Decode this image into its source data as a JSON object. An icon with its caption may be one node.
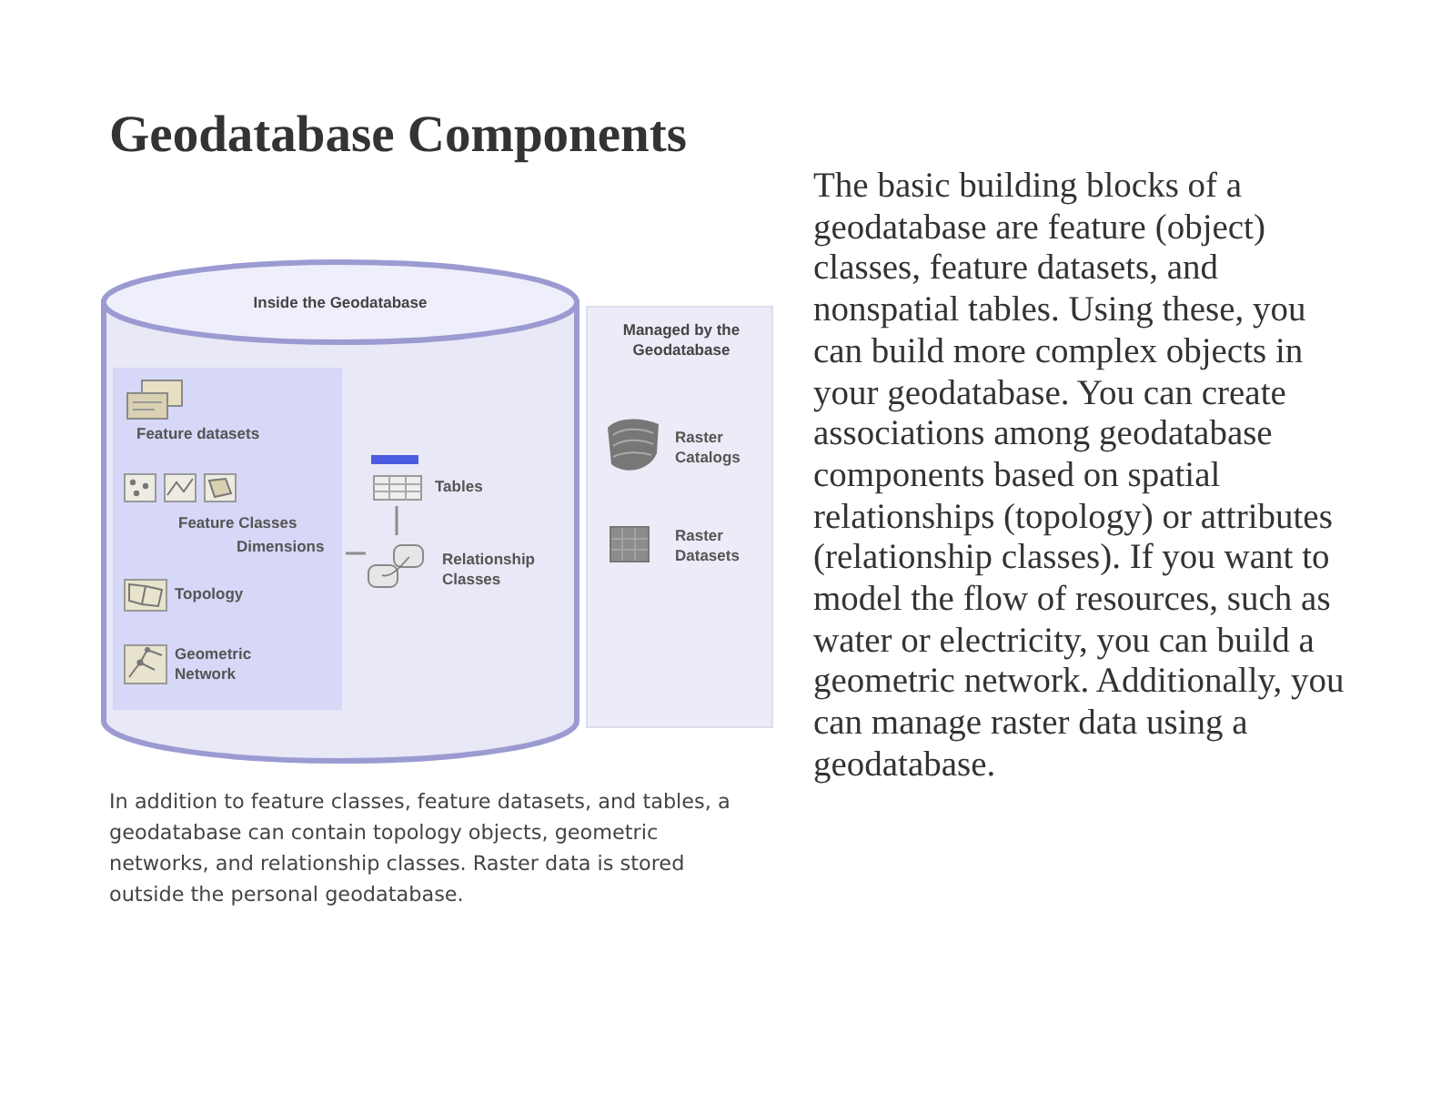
{
  "diagram": {
    "title": "Geodatabase Components",
    "caption": "In addition to feature classes, feature datasets, and tables, a geodatabase can contain topology objects, geometric networks, and relationship classes. Raster data is stored outside the personal geodatabase.",
    "nodes": [
      {
        "text": [
          "Inside the Geodatabase"
        ]
      },
      {
        "text": [],
        "shape": "box",
        "in": 0
      },
      {
        "text": [
          "Feature datasets"
        ],
        "in": 1
      },
      {
        "text": [
          "Feature Classes",
          "Dimensions"
        ],
        "in": 1
      },
      {
        "text": [
          "Topology"
        ],
        "in": 1
      },
      {
        "text": [
          "Geometric Network"
        ],
        "in": 1
      },
      {
        "text": [
          "Tables"
        ],
        "in": 0
      },
      {
        "text": [
          "Relationship Classes"
        ],
        "in": 0
      },
      {
        "text": [
          "Managed by the Geodatabase"
        ]
      },
      {
        "text": [
          "Raster Catalogs"
        ],
        "in": 8
      },
      {
        "text": [
          "Raster Datasets"
        ],
        "in": 8
      }
    ],
    "edges": [
      {
        "from": 7,
        "to": 6,
        "arrow": "none"
      },
      {
        "from": 7,
        "to": 3,
        "arrow": "none"
      }
    ],
    "labels": [
      "The basic building blocks of a geodatabase are feature (object) classes, feature datasets, and nonspatial tables. Using these, you can build more complex objects in your geodatabase. You can create associations among geodatabase components based on spatial relationships (topology) or attributes (relationship classes). If you want to model the flow of resources, such as water or electricity, you can build a geometric network. Additionally, you can manage raster data using a geodatabase."
    ]
  }
}
